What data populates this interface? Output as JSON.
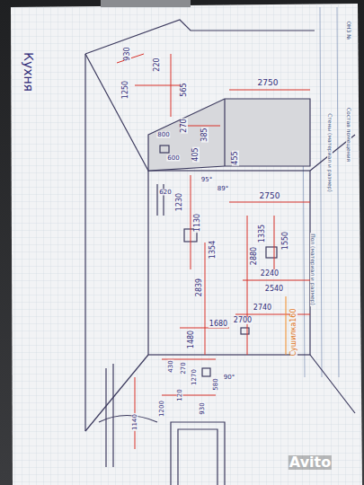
{
  "diagram": {
    "labels": [
      "Кухня",
      "ОНЗ №",
      "Состав помещения",
      "Стены (материал и размер)",
      "Пол (материал и размер)",
      "930",
      "1250",
      "220",
      "565",
      "270",
      "2750",
      "385",
      "405",
      "800",
      "600",
      "455",
      "620",
      "95°",
      "89°",
      "1230",
      "1130",
      "1354",
      "2750",
      "1335",
      "1550",
      "2880",
      "2240",
      "2540",
      "2839",
      "2740",
      "2700",
      "1680",
      "1480",
      "Сушилка160",
      "430",
      "270",
      "1270",
      "580",
      "120",
      "90°",
      "1200",
      "1140",
      "930",
      "Avito"
    ]
  }
}
